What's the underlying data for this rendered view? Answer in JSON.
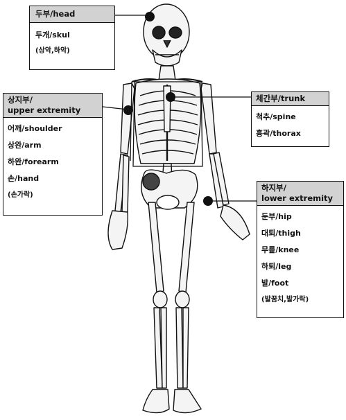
{
  "regions": {
    "head": {
      "title": "두부/head",
      "items": [
        "두개/skul",
        "(상악,하악)"
      ]
    },
    "upper": {
      "title_line1": "상지부/",
      "title_line2": "upper extremity",
      "items": [
        "어깨/shoulder",
        "상완/arm",
        "하완/forearm",
        "손/hand",
        "(손가락)"
      ]
    },
    "trunk": {
      "title": "체간부/trunk",
      "items": [
        "척추/spine",
        "흉곽/thorax"
      ]
    },
    "lower": {
      "title_line1": "하지부/",
      "title_line2": "lower extremity",
      "items": [
        "둔부/hip",
        "대퇴/thigh",
        "무릎/knee",
        "하퇴/leg",
        "발/foot",
        "(발꿈치,발가락)"
      ]
    }
  },
  "colors": {
    "ink": "#111111",
    "header_fill": "#d2d2d2",
    "bone": "#f4f4f4"
  }
}
